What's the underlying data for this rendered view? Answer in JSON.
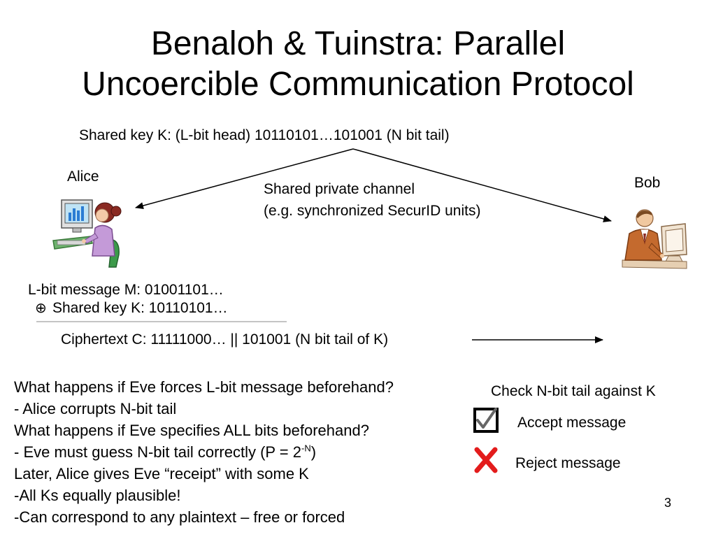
{
  "title": {
    "line1": "Benaloh & Tuinstra: Parallel",
    "line2": "Uncoercible Communication Protocol"
  },
  "shared_key_label": "Shared key K: (L-bit head) 10110101…101001 (N bit tail)",
  "alice": {
    "label": "Alice",
    "icon": "woman-at-computer-icon"
  },
  "bob": {
    "label": "Bob",
    "icon": "man-at-computer-icon"
  },
  "channel": {
    "line1": "Shared private channel",
    "line2": "(e.g. synchronized SecurID units)"
  },
  "xor": {
    "message": "L-bit message M: 01001101…",
    "operator": "⊕",
    "key": "Shared key K: 10110101…",
    "ciphertext": "Ciphertext C: 11111000… || 101001 (N bit tail of K)"
  },
  "check": {
    "heading": "Check N-bit tail against K",
    "accept": "Accept message",
    "reject": "Reject message",
    "accept_icon": "checkbox-checked-icon",
    "reject_icon": "red-x-icon"
  },
  "questions": {
    "q1": "What happens if Eve forces L-bit message beforehand?",
    "a1": "- Alice corrupts N-bit tail",
    "q2": "What happens if Eve specifies ALL bits beforehand?",
    "a2_prefix": "- Eve must guess N-bit tail correctly (P = 2",
    "a2_sup": "-N",
    "a2_suffix": ")",
    "l3": "Later, Alice gives Eve “receipt” with some K",
    "l4": "-All Ks equally plausible!",
    "l5": "-Can correspond to any plaintext – free or forced"
  },
  "page_number": "3"
}
